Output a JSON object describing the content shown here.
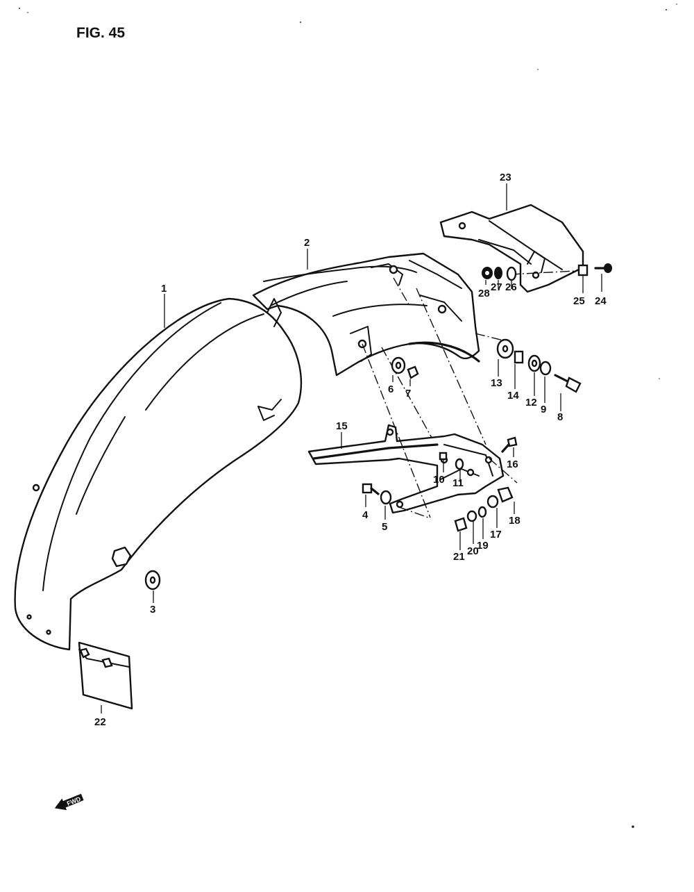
{
  "figure": {
    "title": "FIG. 45"
  },
  "callouts": [
    {
      "id": "1",
      "label": "1"
    },
    {
      "id": "2",
      "label": "2"
    },
    {
      "id": "3",
      "label": "3"
    },
    {
      "id": "4",
      "label": "4"
    },
    {
      "id": "5",
      "label": "5"
    },
    {
      "id": "6",
      "label": "6"
    },
    {
      "id": "7",
      "label": "7"
    },
    {
      "id": "8",
      "label": "8"
    },
    {
      "id": "9",
      "label": "9"
    },
    {
      "id": "10",
      "label": "10"
    },
    {
      "id": "11",
      "label": "11"
    },
    {
      "id": "12",
      "label": "12"
    },
    {
      "id": "13",
      "label": "13"
    },
    {
      "id": "14",
      "label": "14"
    },
    {
      "id": "15",
      "label": "15"
    },
    {
      "id": "16",
      "label": "16"
    },
    {
      "id": "17",
      "label": "17"
    },
    {
      "id": "18",
      "label": "18"
    },
    {
      "id": "19",
      "label": "19"
    },
    {
      "id": "20",
      "label": "20"
    },
    {
      "id": "21",
      "label": "21"
    },
    {
      "id": "22",
      "label": "22"
    },
    {
      "id": "23",
      "label": "23"
    },
    {
      "id": "24",
      "label": "24"
    },
    {
      "id": "25",
      "label": "25"
    },
    {
      "id": "26",
      "label": "26"
    },
    {
      "id": "27",
      "label": "27"
    },
    {
      "id": "28",
      "label": "28"
    }
  ],
  "direction_marker": {
    "label": "FWD",
    "icon": "forward-arrow-icon"
  }
}
